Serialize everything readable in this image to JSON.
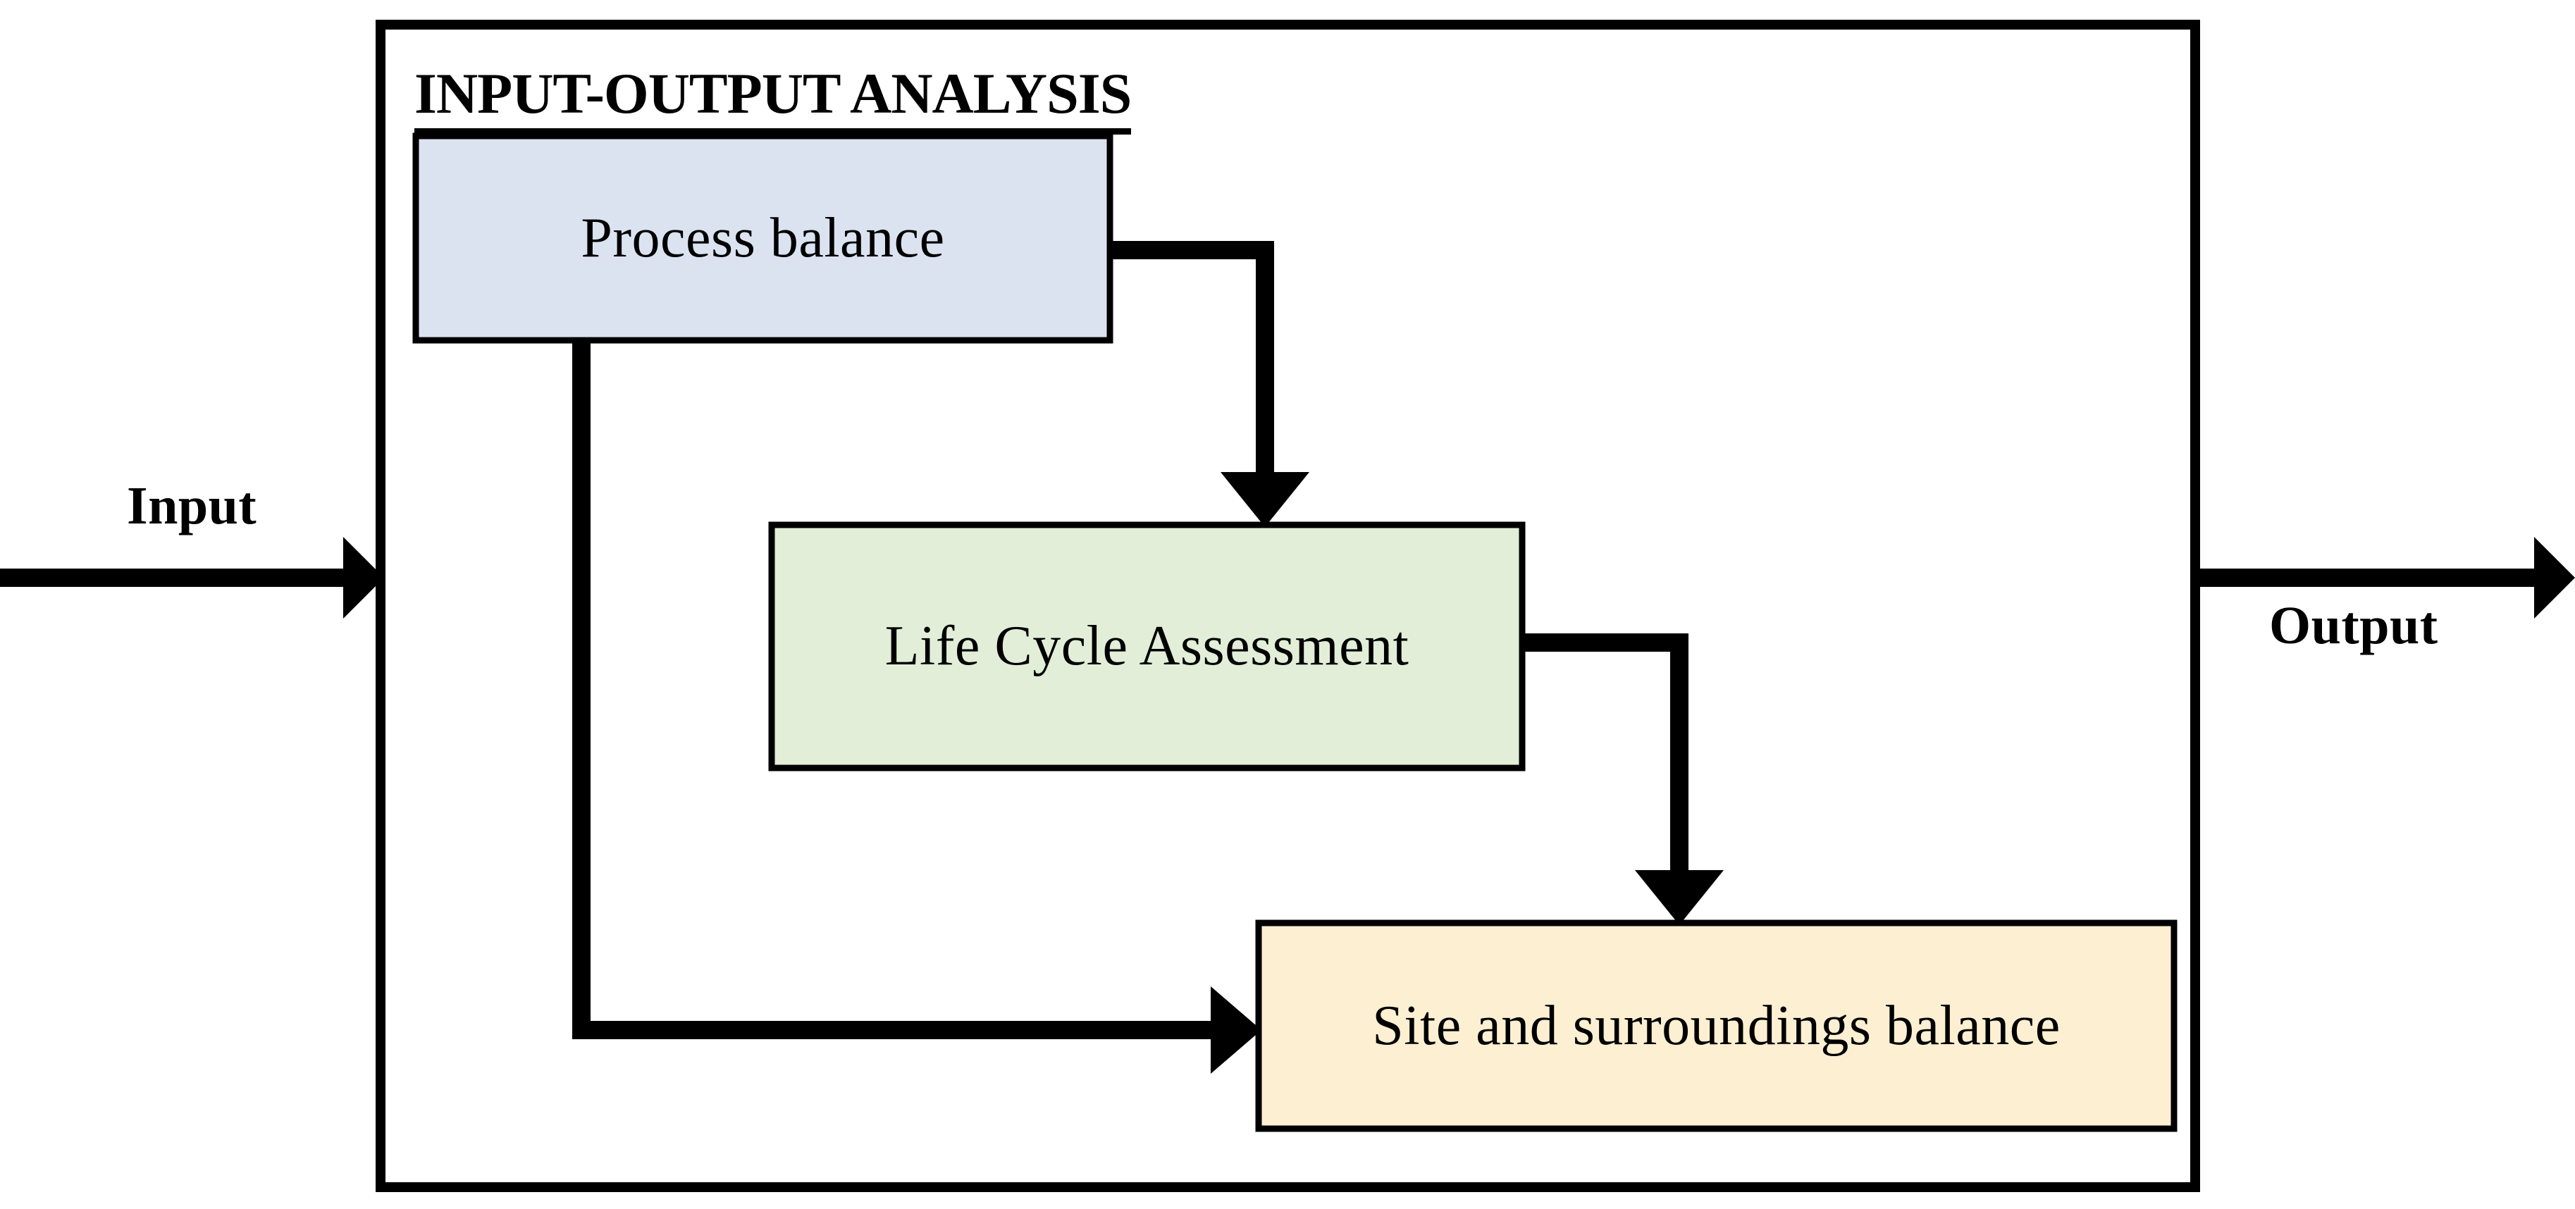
{
  "diagram": {
    "title": "INPUT-OUTPUT ANALYSIS",
    "outer_frame_name": "input-output-analysis-frame",
    "input_label": "Input",
    "output_label": "Output",
    "nodes": [
      {
        "id": "process-balance",
        "label": "Process balance",
        "fill": "#dbe3f1",
        "stroke": "#000000"
      },
      {
        "id": "life-cycle-assessment",
        "label": "Life Cycle Assessment",
        "fill": "#e2eed8",
        "stroke": "#000000"
      },
      {
        "id": "site-and-surroundings-balance",
        "label": "Site and surroundings balance",
        "fill": "#fcefd2",
        "stroke": "#000000"
      }
    ],
    "edges": [
      {
        "id": "edge-process-to-lca",
        "from": "process-balance",
        "to": "life-cycle-assessment"
      },
      {
        "id": "edge-lca-to-site",
        "from": "life-cycle-assessment",
        "to": "site-and-surroundings-balance"
      },
      {
        "id": "edge-process-to-site",
        "from": "process-balance",
        "to": "site-and-surroundings-balance"
      },
      {
        "id": "edge-input",
        "from": "input",
        "to": "input-output-analysis-frame"
      },
      {
        "id": "edge-output",
        "from": "input-output-analysis-frame",
        "to": "output"
      }
    ],
    "colors": {
      "line": "#000000",
      "background": "#ffffff",
      "blue_fill": "#dbe3f1",
      "green_fill": "#e2eed8",
      "yellow_fill": "#fcefd2"
    }
  }
}
